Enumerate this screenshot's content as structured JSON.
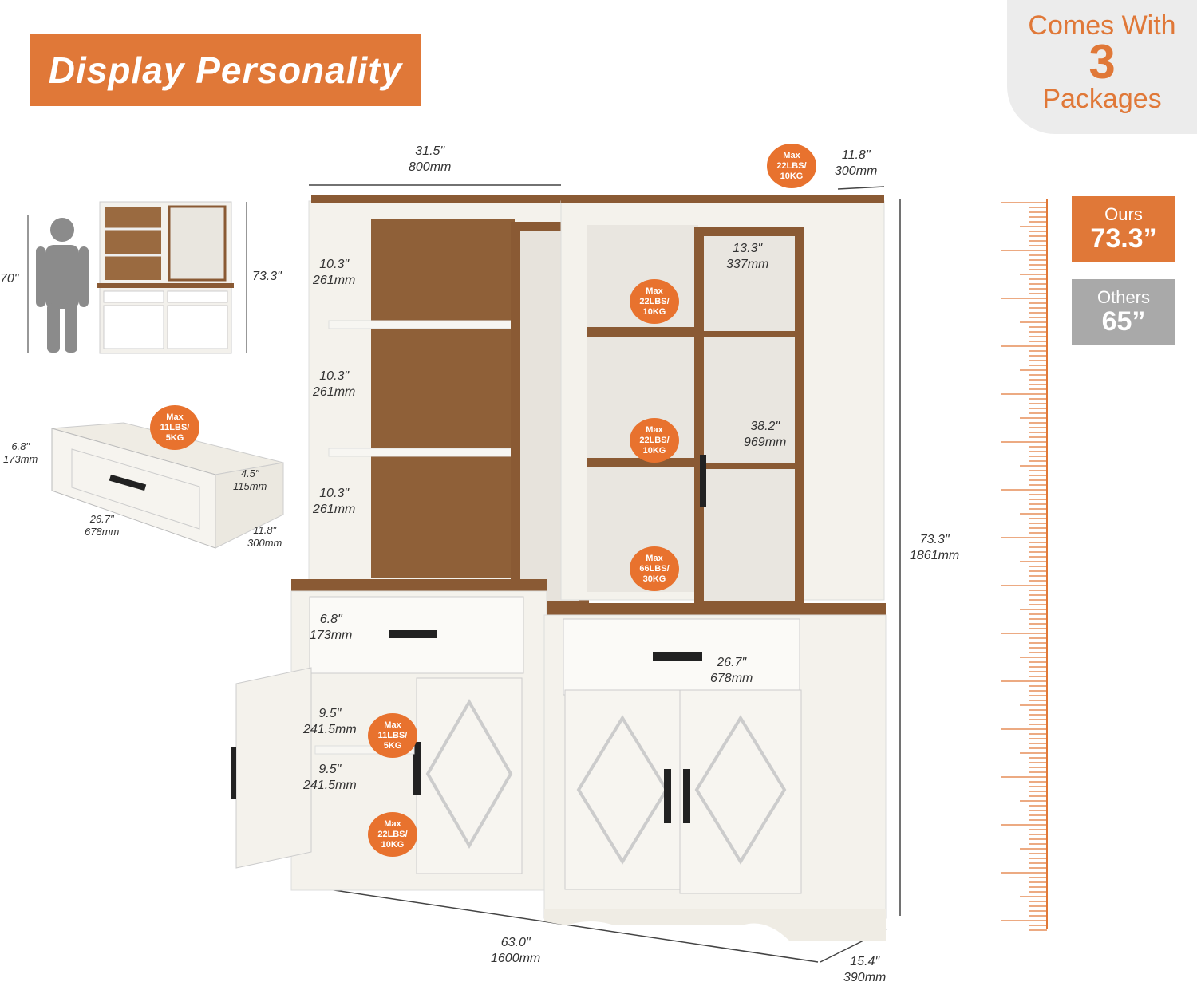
{
  "banner": {
    "title": "Display Personality"
  },
  "corner": {
    "line1": "Comes With",
    "number": "3",
    "line3": "Packages"
  },
  "comparison": {
    "ours_label": "Ours",
    "ours_value": "73.3”",
    "others_label": "Others",
    "others_value": "65”"
  },
  "colors": {
    "accent": "#e07838",
    "wood": "#8a5a34",
    "cabinet": "#f2f0ea",
    "gray": "#aaaaaa"
  },
  "thumbnail": {
    "person_height": "70\"",
    "cabinet_height": "73.3\""
  },
  "drawer": {
    "badge": [
      "Max",
      "11LBS/",
      "5KG"
    ],
    "height": [
      "6.8\"",
      "173mm"
    ],
    "inner_height": [
      "4.5\"",
      "115mm"
    ],
    "width": [
      "26.7\"",
      "678mm"
    ],
    "depth": [
      "11.8\"",
      "300mm"
    ]
  },
  "dimensions": {
    "top_width": [
      "31.5\"",
      "800mm"
    ],
    "top_depth": [
      "11.8\"",
      "300mm"
    ],
    "shelf1": [
      "10.3\"",
      "261mm"
    ],
    "shelf2": [
      "10.3\"",
      "261mm"
    ],
    "shelf3": [
      "10.3\"",
      "261mm"
    ],
    "glass_width": [
      "13.3\"",
      "337mm"
    ],
    "glass_height": [
      "38.2\"",
      "969mm"
    ],
    "total_height": [
      "73.3\"",
      "1861mm"
    ],
    "drawer_height": [
      "6.8\"",
      "173mm"
    ],
    "drawer_width": [
      "26.7\"",
      "678mm"
    ],
    "lower_shelf1": [
      "9.5\"",
      "241.5mm"
    ],
    "lower_shelf2": [
      "9.5\"",
      "241.5mm"
    ],
    "total_width": [
      "63.0\"",
      "1600mm"
    ],
    "total_depth": [
      "15.4\"",
      "390mm"
    ]
  },
  "badges": {
    "top": [
      "Max",
      "22LBS/",
      "10KG"
    ],
    "shelf_a": [
      "Max",
      "22LBS/",
      "10KG"
    ],
    "shelf_b": [
      "Max",
      "22LBS/",
      "10KG"
    ],
    "shelf_c": [
      "Max",
      "66LBS/",
      "30KG"
    ],
    "lower_a": [
      "Max",
      "11LBS/",
      "5KG"
    ],
    "lower_b": [
      "Max",
      "22LBS/",
      "10KG"
    ]
  }
}
